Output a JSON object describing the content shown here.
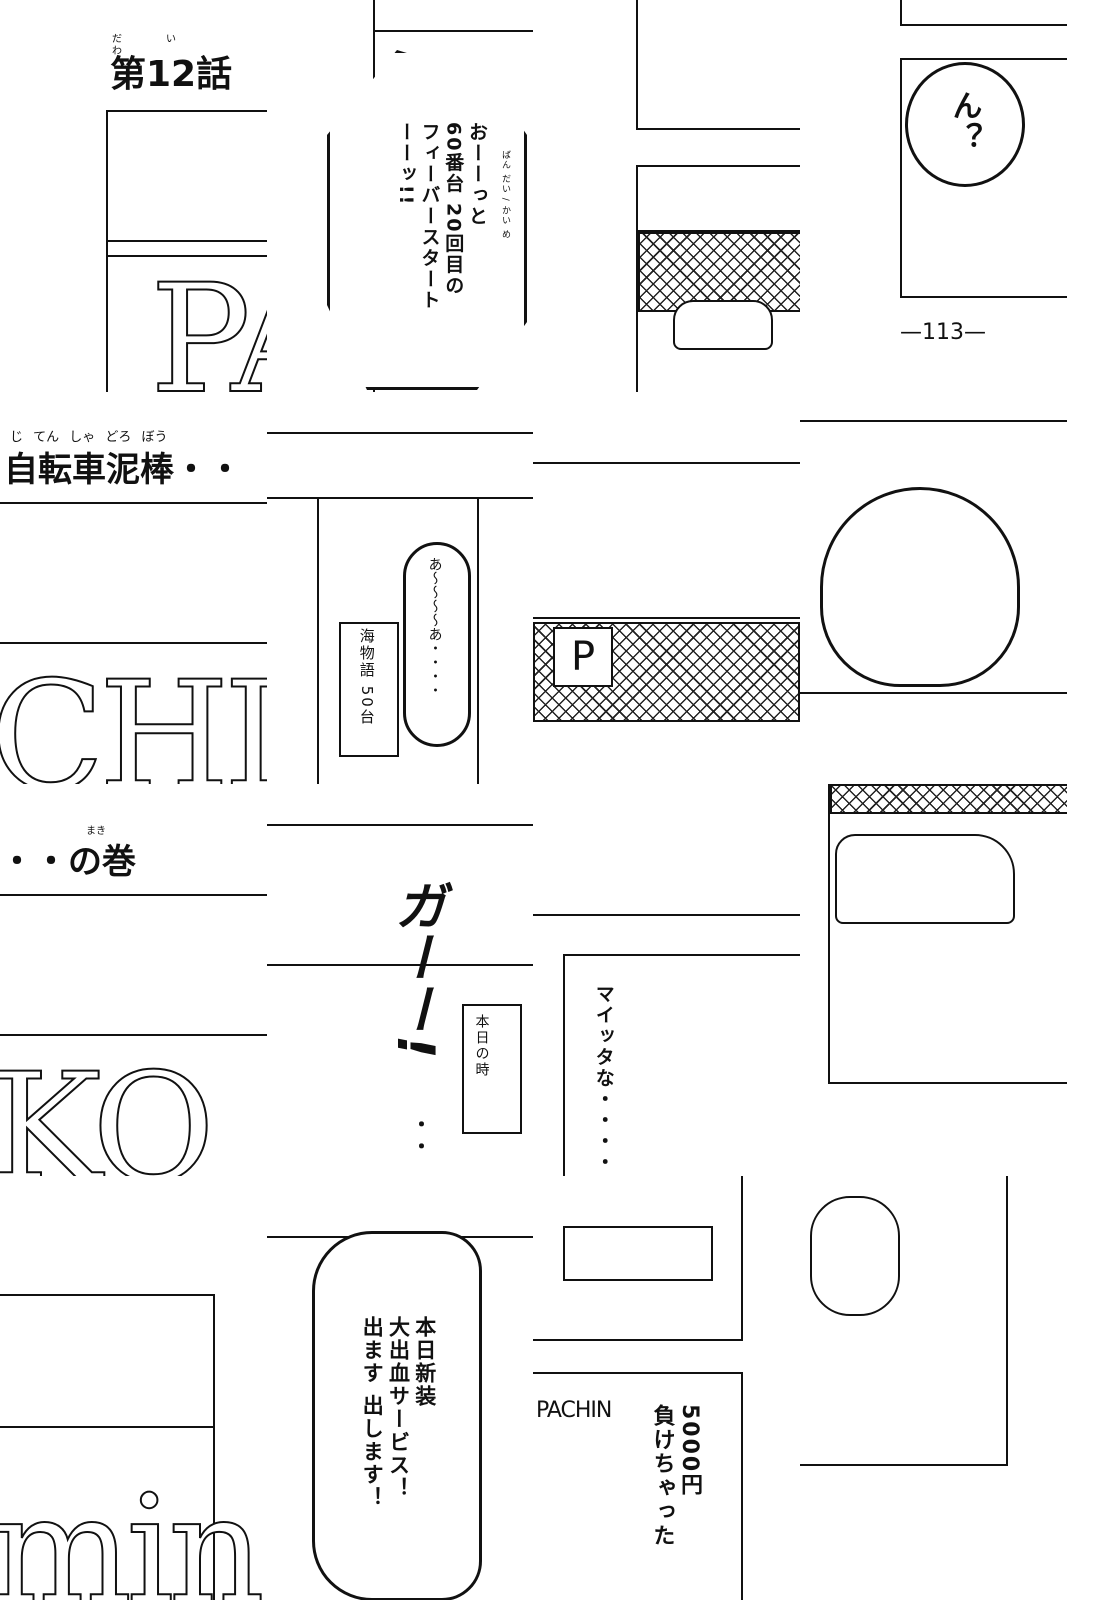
{
  "chapter": {
    "ruby_dai": "だい",
    "ruby_wa": "わ",
    "title": "第12話"
  },
  "subtitle": {
    "ruby": "じ てん しゃ どろ ぼう",
    "line1": "自転車泥棒・・",
    "ruby2": "まき",
    "line2": "・・の巻"
  },
  "sign_letters": {
    "r1": "PA",
    "r2": "CHIN",
    "r3": "KO",
    "r4": "min"
  },
  "bubbles": {
    "fever": [
      "おーーっと",
      "60番台 20回目の",
      "フィーバースタート",
      "ーーッ!!"
    ],
    "fever_ruby": "ばん だい / かい め",
    "question": "ん？",
    "sigh": "あ〜〜〜〜あ・・・・",
    "maitta": "マイッタな・・・・",
    "shinsou": [
      "本日新装",
      "大出血サービス！",
      "出ます 出します！"
    ],
    "lost": [
      "5000円",
      "負けちゃった"
    ]
  },
  "poster": {
    "text": "海物語 50台"
  },
  "poster2": {
    "text": "本日の時"
  },
  "sfx": {
    "gaa": "ガーー!",
    "dots": "・・"
  },
  "shop_sign": {
    "text": "PACHIN",
    "p_sign": "P"
  },
  "page_number": "—113—"
}
